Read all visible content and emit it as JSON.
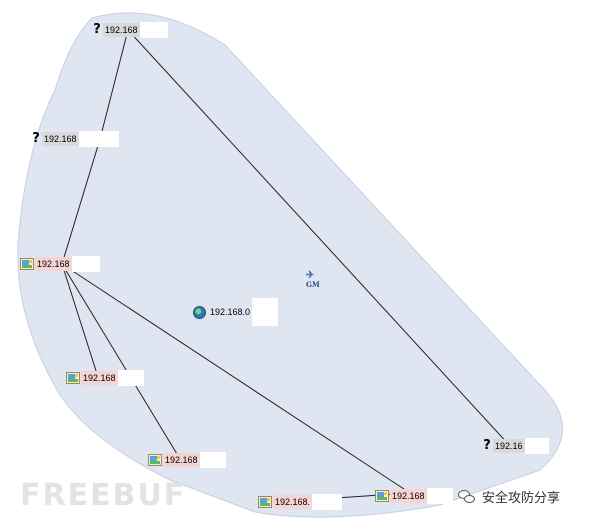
{
  "colors": {
    "hull_fill": "#dfe6f2",
    "hull_stroke": "#c5cfe0",
    "edge": "#222222",
    "unknown_label_bg": "#d9d9d9",
    "host_label_bg": "#f7d4d4"
  },
  "nodes": [
    {
      "id": "n1",
      "icon": "question-mark-icon",
      "label": "192.168"
    },
    {
      "id": "n2",
      "icon": "question-mark-icon",
      "label": "192.168"
    },
    {
      "id": "n3",
      "icon": "host-computer-icon",
      "label": "192.168"
    },
    {
      "id": "n4",
      "icon": "globe-icon",
      "label": "192.168.0"
    },
    {
      "id": "n5",
      "icon": "host-computer-icon",
      "label": "192.168"
    },
    {
      "id": "n6",
      "icon": "host-computer-icon",
      "label": "192.168"
    },
    {
      "id": "n7",
      "icon": "question-mark-icon",
      "label": "192.16"
    },
    {
      "id": "n8",
      "icon": "host-computer-icon",
      "label": "192.168"
    },
    {
      "id": "n9",
      "icon": "host-computer-icon",
      "label": "192.168."
    }
  ],
  "edges": [
    [
      "n1",
      "n2"
    ],
    [
      "n2",
      "n3"
    ],
    [
      "n1",
      "n7"
    ],
    [
      "n3",
      "n5"
    ],
    [
      "n3",
      "n6"
    ],
    [
      "n3",
      "n8"
    ],
    [
      "n9",
      "n8"
    ]
  ],
  "center_marker": {
    "icon": "airplane-icon",
    "label": "GM"
  },
  "watermarks": {
    "site": "FREEBUF",
    "wechat_account": "安全攻防分享",
    "wechat_icon": "wechat-icon"
  }
}
